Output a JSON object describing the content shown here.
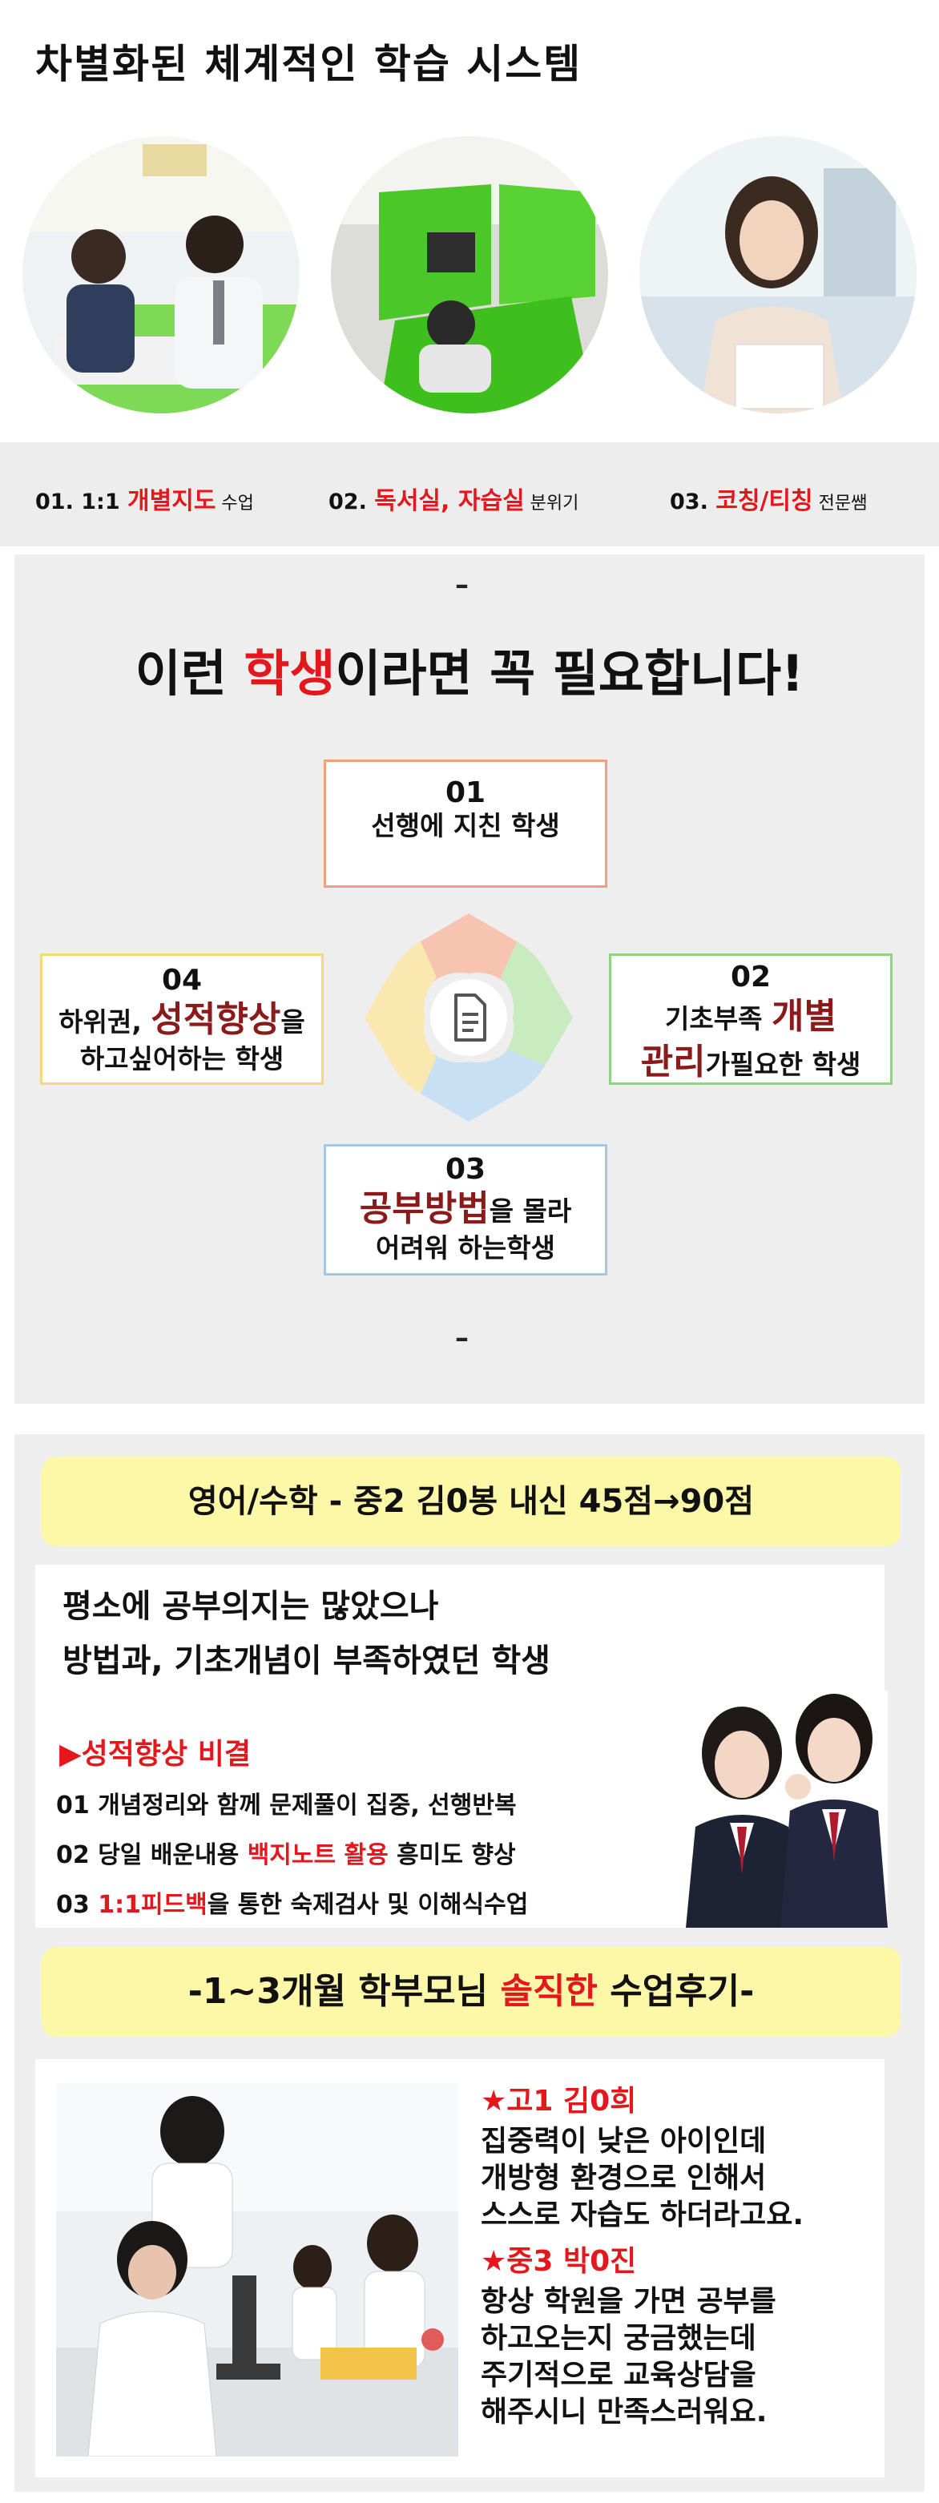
{
  "section1": {
    "title": "차별화된 체계적인 학습 시스템",
    "features": [
      {
        "prefix": "01. 1:1 ",
        "highlight": "개별지도",
        "suffix": " 수업"
      },
      {
        "prefix": "02. ",
        "highlight": "독서실, 자습실",
        "suffix": " 분위기"
      },
      {
        "prefix": "03. ",
        "highlight": "코칭/티칭",
        "suffix": " 전문쌤"
      }
    ]
  },
  "section2": {
    "dash_top": "–",
    "dash_bottom": "–",
    "heading": {
      "before": "이런 ",
      "highlight": "학생",
      "after": "이라면 꼭 필요합니다!"
    },
    "cards": {
      "c01": {
        "num": "01",
        "text": "선행에 지친 학생",
        "color": "#f1a07f"
      },
      "c02": {
        "num": "02",
        "text_before": "기초부족 ",
        "hl1": "개별",
        "hl2": "관리",
        "text_after": "가필요한 학생",
        "color": "#8fd47e"
      },
      "c03": {
        "num": "03",
        "hl": "공부방법",
        "text_after": "을 몰라",
        "line2": "어려워 하는학생",
        "color": "#9ec9ea"
      },
      "c04": {
        "num": "04",
        "text_before": "하위권, ",
        "hl": "성적향상",
        "text_after": "을",
        "line2": "하고싶어하는 학생",
        "color": "#f5d976"
      }
    },
    "ring_colors": [
      "#f7c4b1",
      "#c9ebc0",
      "#c8e0f4",
      "#fbe8b0"
    ]
  },
  "section3": {
    "case_banner": "영어/수학 - 중2 김0봉  내신 45점→90점",
    "case_lines": [
      "평소에 공부의지는 많았으나",
      "방법과, 기초개념이 부족하였던 학생"
    ],
    "secret_title": "▶성적향상 비결",
    "secret_items": [
      {
        "before": "01 개념정리와 함께 문제풀이 집중, 선행반복",
        "highlight": "",
        "after": ""
      },
      {
        "before": "02 당일 배운내용 ",
        "highlight": "백지노트 활용",
        "after": " 흥미도 향상"
      },
      {
        "before": "03 ",
        "highlight": "1:1피드백",
        "after": "을 통한 숙제검사 및 이해식수업"
      }
    ],
    "review_banner": {
      "before": "-1~3개월 학부모님 ",
      "highlight": "솔직한",
      "after": " 수업후기-"
    },
    "reviews": [
      {
        "name": "★고1 김0희",
        "lines": [
          "집중력이 낮은 아이인데",
          "개방형 환경으로 인해서",
          "스스로 자습도 하더라고요."
        ]
      },
      {
        "name": "★중3 박0진",
        "lines": [
          "항상 학원을 가면 공부를",
          "하고오는지 궁금했는데",
          "주기적으로 교육상담을",
          "해주시니 만족스러워요."
        ]
      }
    ]
  }
}
